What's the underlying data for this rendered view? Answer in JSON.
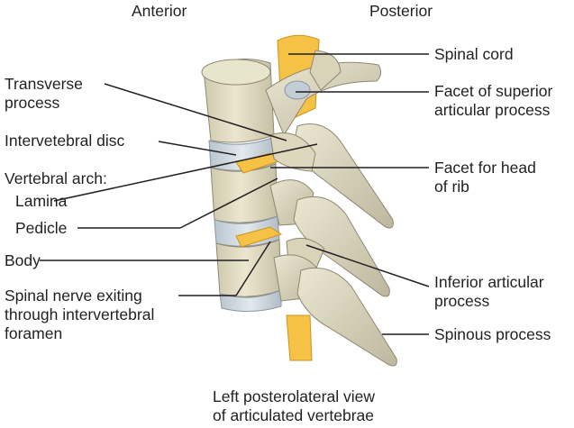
{
  "header": {
    "anterior": "Anterior",
    "posterior": "Posterior"
  },
  "labels": {
    "transverse": [
      "Transverse",
      "process"
    ],
    "disc": "Intervetebral disc",
    "arch": "Vertebral arch:",
    "lamina": "Lamina",
    "pedicle": "Pedicle",
    "body": "Body",
    "nerve": [
      "Spinal nerve exiting",
      "through intervertebral",
      "foramen"
    ],
    "spinal_cord": "Spinal cord",
    "facet_superior": [
      "Facet of superior",
      "articular process"
    ],
    "facet_rib": [
      "Facet for head",
      "of rib"
    ],
    "inferior_articular": [
      "Inferior articular",
      "process"
    ],
    "spinous": "Spinous process"
  },
  "caption": [
    "Left posterolateral view",
    "of articulated vertebrae"
  ],
  "colors": {
    "bone": "#e6e1c9",
    "bone_shadow": "#b9b39a",
    "disc": "#cfd8df",
    "nerve": "#f7c13c",
    "leader": "#231f20"
  }
}
